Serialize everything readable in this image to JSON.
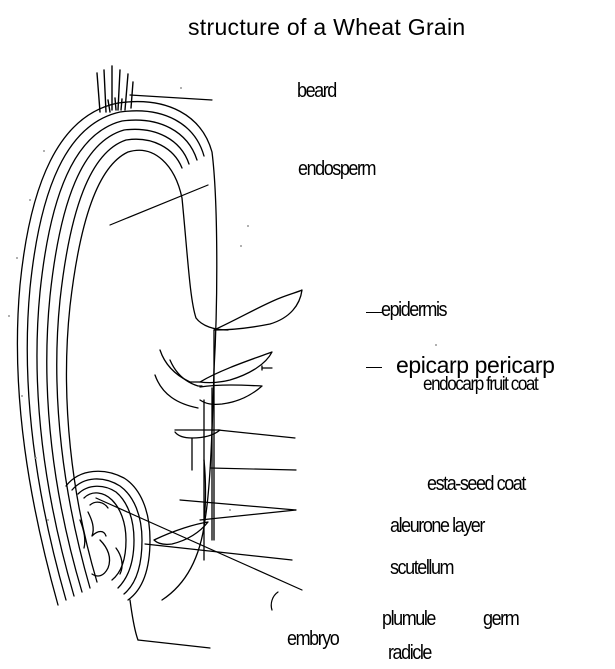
{
  "title": "structure of a Wheat Grain",
  "labels": {
    "beard": "beard",
    "endosperm": "endosperm",
    "epidermis": "epidermis",
    "epicarp_pericarp": "epicarp pericarp",
    "endocarp_fruit_coat": "endocarp fruit coat",
    "testa_seed_coat": "esta-seed coat",
    "aleurone_layer": "aleurone layer",
    "scutellum": "scutellum",
    "plumule": "plumule",
    "germ": "germ",
    "embryo": "embryo",
    "radicle": "radicle"
  }
}
